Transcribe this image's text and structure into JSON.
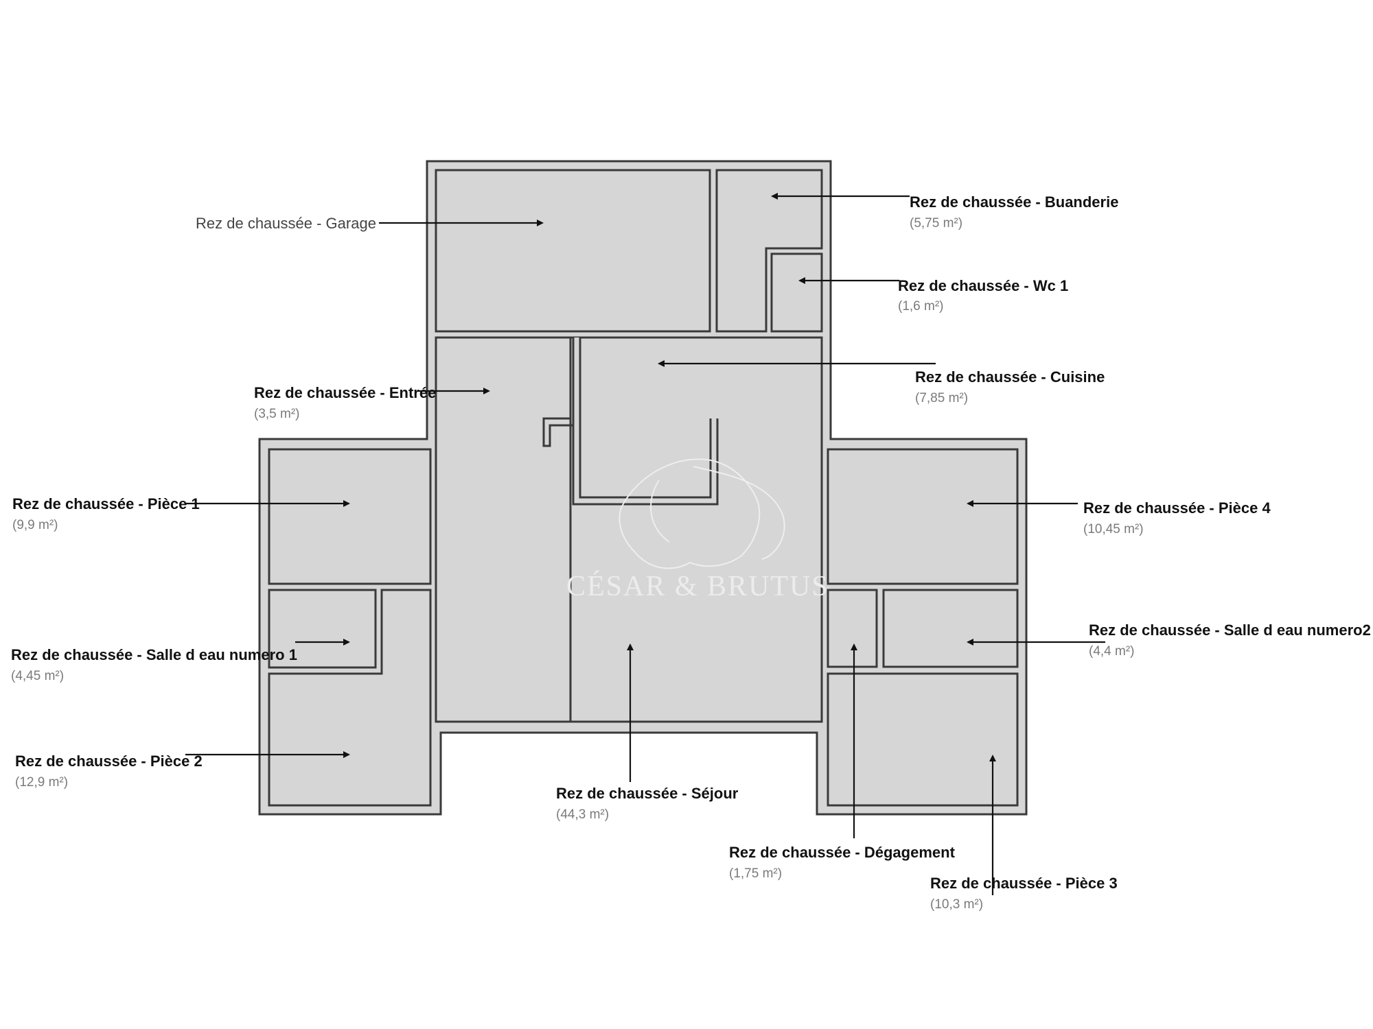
{
  "watermark": "CÉSAR & BRUTUS",
  "colors": {
    "wall": "#d6d6d6",
    "wall_stroke": "#3a3a3a",
    "label": "#111111",
    "area": "#7a7a7a"
  },
  "rooms": [
    {
      "id": "garage",
      "name": "Rez de chaussée - Garage",
      "area": ""
    },
    {
      "id": "buanderie",
      "name": "Rez de chaussée - Buanderie",
      "area": "(5,75 m²)"
    },
    {
      "id": "wc1",
      "name": "Rez de chaussée - Wc 1",
      "area": "(1,6 m²)"
    },
    {
      "id": "cuisine",
      "name": "Rez de chaussée - Cuisine",
      "area": "(7,85 m²)"
    },
    {
      "id": "entree",
      "name": "Rez de chaussée - Entrée",
      "area": "(3,5 m²)"
    },
    {
      "id": "piece1",
      "name": "Rez de chaussée - Pièce 1",
      "area": "(9,9 m²)"
    },
    {
      "id": "piece4",
      "name": "Rez de chaussée - Pièce 4",
      "area": "(10,45 m²)"
    },
    {
      "id": "sde2",
      "name": "Rez de chaussée - Salle d eau numero2",
      "area": "(4,4 m²)"
    },
    {
      "id": "sde1",
      "name": "Rez de chaussée - Salle d eau numero 1",
      "area": "(4,45 m²)"
    },
    {
      "id": "piece2",
      "name": "Rez de chaussée - Pièce 2",
      "area": "(12,9 m²)"
    },
    {
      "id": "sejour",
      "name": "Rez de chaussée - Séjour",
      "area": "(44,3 m²)"
    },
    {
      "id": "degagement",
      "name": "Rez de chaussée - Dégagement",
      "area": "(1,75 m²)"
    },
    {
      "id": "piece3",
      "name": "Rez de chaussée - Pièce 3",
      "area": "(10,3 m²)"
    }
  ]
}
